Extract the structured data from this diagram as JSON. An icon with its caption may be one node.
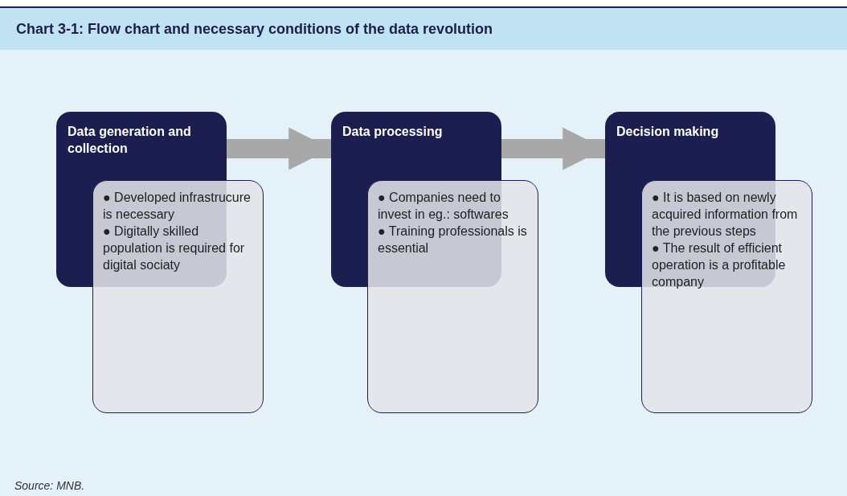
{
  "diagram": {
    "title": "Chart 3-1: Flow chart and necessary conditions of the data revolution",
    "caption": "Source: MNB.",
    "nodes": [
      {
        "text": [
          "Data generation and collection",
          "● Developed infrastrucure is necessary",
          "● Digitally skilled population is required for digital sociaty"
        ]
      },
      {
        "text": [
          "Data processing",
          "● Companies need to invest in eg.: softwares",
          "● Training professionals is essential"
        ]
      },
      {
        "text": [
          "Decision making",
          "● It is based on newly acquired information from the previous steps",
          "● The result of efficient operation is a profitable company"
        ]
      }
    ],
    "edges": [
      {
        "from": 0,
        "to": 1,
        "arrow": "to"
      },
      {
        "from": 1,
        "to": 2,
        "arrow": "to"
      }
    ]
  }
}
